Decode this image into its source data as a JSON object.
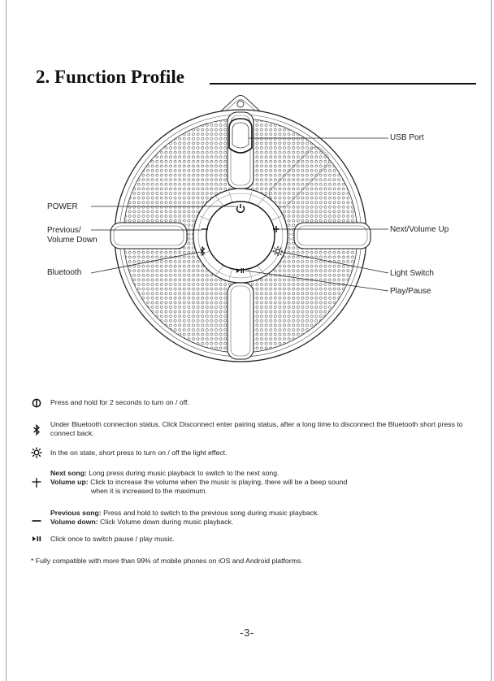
{
  "heading": {
    "title": "2. Function Profile"
  },
  "diagram": {
    "labels": {
      "usb_port": "USB Port",
      "power": "POWER",
      "previous_line1": "Previous/",
      "previous_line2": "Volume Down",
      "next": "Next/Volume Up",
      "bluetooth": "Bluetooth",
      "light_switch": "Light Switch",
      "play_pause": "Play/Pause"
    }
  },
  "legend": {
    "power": "Press and hold for 2 seconds to turn on / off.",
    "bluetooth": "Under Bluetooth connection status. Click Disconnect enter pairing status, after a long time to disconnect the Bluetooth short press to connect back.",
    "light": "In the on state, short press to turn on / off the light effect.",
    "next_song_label": "Next song:",
    "next_song_text": " Long press during music playback to switch to the next song.",
    "volume_up_label": "Volume up:",
    "volume_up_text": " Click to increase the volume when the music is playing, there will be a beep sound",
    "volume_up_text_cont": "when it is increased to the maximum.",
    "previous_song_label": "Previous song:",
    "previous_song_text": " Press and hold to switch to the previous song during music playback.",
    "volume_down_label": "Volume down:",
    "volume_down_text": " Click Volume down during music playback.",
    "play_pause": "Click once to switch pause / play music."
  },
  "footnote": "* Fully compatible with more than 99% of mobile phones on iOS and Android platforms.",
  "page_number": "-3-",
  "colors": {
    "text": "#1a1a1a",
    "line": "#222222",
    "frame": "#9a9a9a"
  },
  "icons": [
    "power-icon",
    "bluetooth-icon",
    "light-icon",
    "plus-icon",
    "minus-icon",
    "play-pause-icon"
  ]
}
